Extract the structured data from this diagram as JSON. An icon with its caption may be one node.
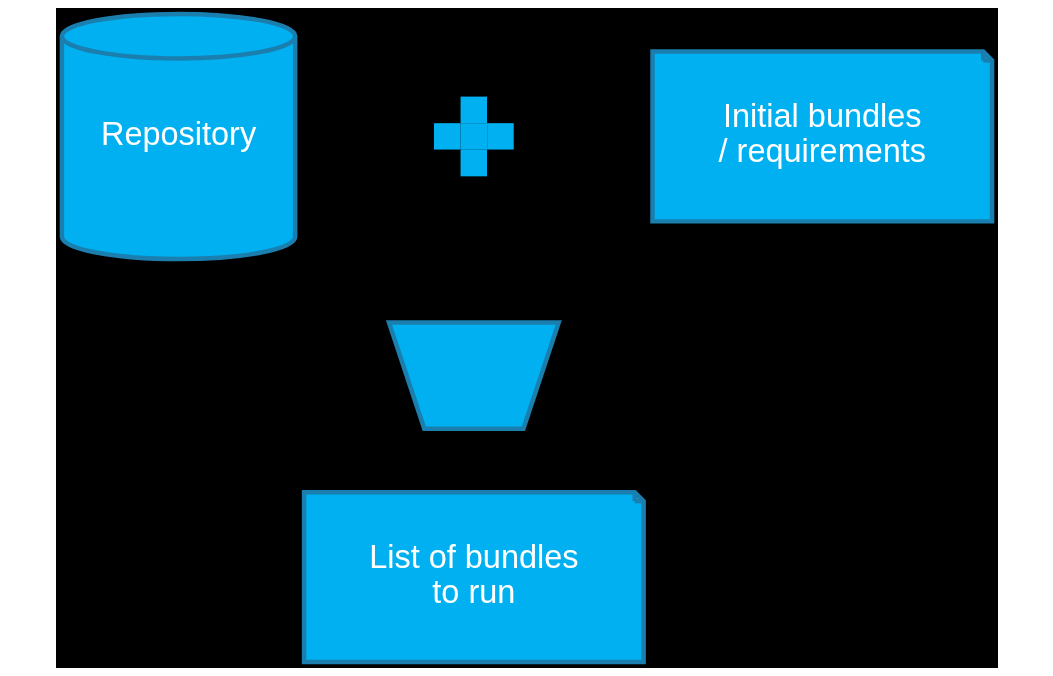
{
  "diagram": {
    "nodes": [
      {
        "text": [
          "Repository"
        ]
      },
      {
        "text": [],
        "shape": "plus"
      },
      {
        "text": [
          "Initial bundles / requirements"
        ]
      },
      {
        "text": [],
        "shape": "funnel"
      },
      {
        "text": [
          "List of bundles to run"
        ]
      }
    ]
  }
}
